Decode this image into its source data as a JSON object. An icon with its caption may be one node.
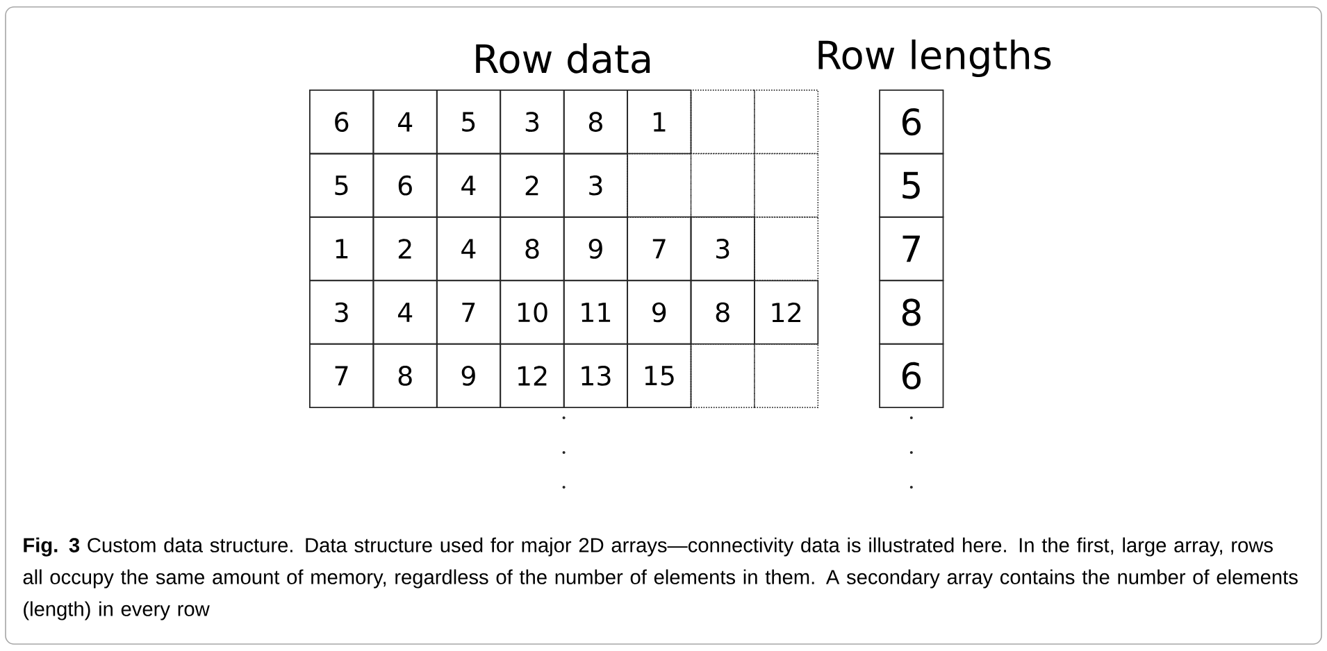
{
  "diagram": {
    "caption": "**Fig. 3** Custom data structure. Data structure used for major 2D arrays—connectivity data is illustrated here. In the first, large array, rows all occupy the same amount of memory, regardless of the number of elements in them. A secondary array contains the number of elements (length) in every row",
    "nodes": [
      {
        "text": [
          "6"
        ]
      },
      {
        "text": [
          "4"
        ]
      },
      {
        "text": [
          "5"
        ]
      },
      {
        "text": [
          "3"
        ]
      },
      {
        "text": [
          "8"
        ]
      },
      {
        "text": [
          "1"
        ]
      },
      {
        "text": [],
        "shape": "box"
      },
      {
        "text": [],
        "shape": "box"
      },
      {
        "text": [
          "6"
        ]
      },
      {
        "text": [
          "5"
        ]
      },
      {
        "text": [
          "6"
        ]
      },
      {
        "text": [
          "4"
        ]
      },
      {
        "text": [
          "2"
        ]
      },
      {
        "text": [
          "3"
        ]
      },
      {
        "text": [],
        "shape": "box"
      },
      {
        "text": [],
        "shape": "box"
      },
      {
        "text": [],
        "shape": "box"
      },
      {
        "text": [
          "5"
        ]
      },
      {
        "text": [
          "1"
        ]
      },
      {
        "text": [
          "2"
        ]
      },
      {
        "text": [
          "4"
        ]
      },
      {
        "text": [
          "8"
        ]
      },
      {
        "text": [
          "9"
        ]
      },
      {
        "text": [
          "7"
        ]
      },
      {
        "text": [
          "3"
        ]
      },
      {
        "text": [],
        "shape": "box"
      },
      {
        "text": [
          "7"
        ]
      },
      {
        "text": [
          "3"
        ]
      },
      {
        "text": [
          "4"
        ]
      },
      {
        "text": [
          "7"
        ]
      },
      {
        "text": [
          "10"
        ]
      },
      {
        "text": [
          "11"
        ]
      },
      {
        "text": [
          "9"
        ]
      },
      {
        "text": [
          "8"
        ]
      },
      {
        "text": [
          "12"
        ]
      },
      {
        "text": [
          "8"
        ]
      },
      {
        "text": [
          "7"
        ]
      },
      {
        "text": [
          "8"
        ]
      },
      {
        "text": [
          "9"
        ]
      },
      {
        "text": [
          "12"
        ]
      },
      {
        "text": [
          "13"
        ]
      },
      {
        "text": [
          "15"
        ]
      },
      {
        "text": [],
        "shape": "box"
      },
      {
        "text": [],
        "shape": "box"
      },
      {
        "text": [
          "6"
        ]
      }
    ],
    "labels": [
      "Row data",
      "Row lengths"
    ]
  }
}
